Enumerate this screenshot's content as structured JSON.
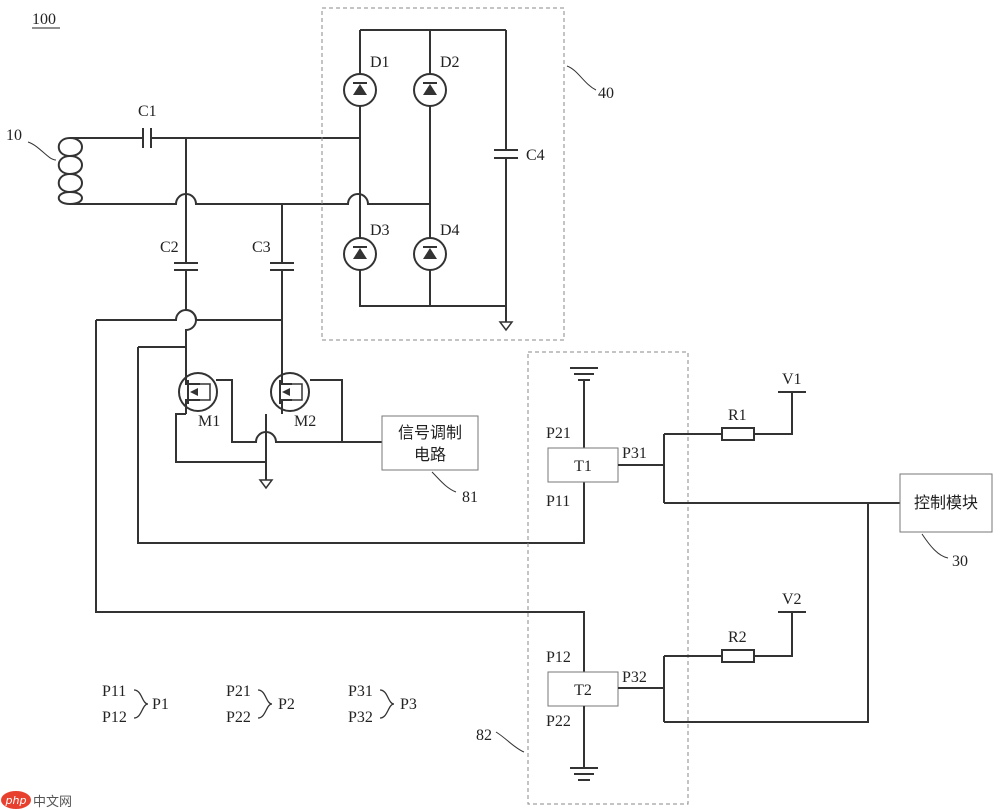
{
  "figure_number": "100",
  "labels": {
    "coil_ref": "10",
    "rectifier_ref": "40",
    "modulator_ref": "81",
    "switch_block_ref": "82",
    "controller_ref": "30"
  },
  "capacitors": [
    "C1",
    "C2",
    "C3",
    "C4"
  ],
  "diodes": [
    "D1",
    "D2",
    "D3",
    "D4"
  ],
  "mosfets": [
    "M1",
    "M2"
  ],
  "resistors": [
    "R1",
    "R2"
  ],
  "voltages": [
    "V1",
    "V2"
  ],
  "switches": [
    {
      "name": "T1",
      "top": "P21",
      "bottom": "P11",
      "right": "P31"
    },
    {
      "name": "T2",
      "top": "P12",
      "bottom": "P22",
      "right": "P32"
    }
  ],
  "blocks": {
    "signal_modulation_line1": "信号调制",
    "signal_modulation_line2": "电路",
    "control_module": "控制模块"
  },
  "legend": [
    {
      "a": "P11",
      "b": "P12",
      "group": "P1"
    },
    {
      "a": "P21",
      "b": "P22",
      "group": "P2"
    },
    {
      "a": "P31",
      "b": "P32",
      "group": "P3"
    }
  ],
  "watermark": {
    "logo": "php",
    "text": "中文网"
  }
}
